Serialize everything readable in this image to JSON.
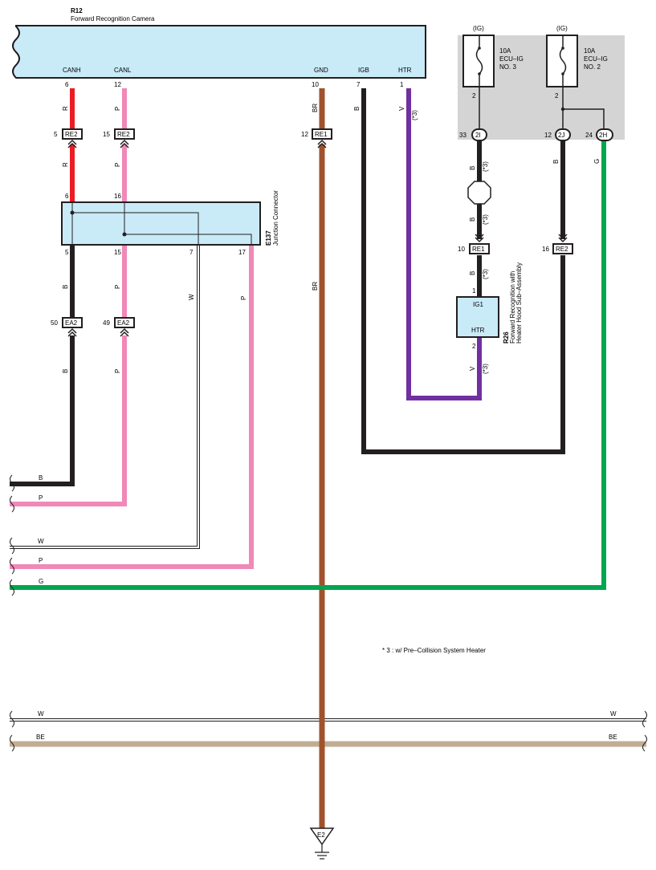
{
  "camera": {
    "code": "R12",
    "name": "Forward Recognition Camera",
    "pins": {
      "canh": {
        "name": "CANH",
        "num": "6"
      },
      "canl": {
        "name": "CANL",
        "num": "12"
      },
      "gnd": {
        "name": "GND",
        "num": "10"
      },
      "igb": {
        "name": "IGB",
        "num": "7"
      },
      "htr": {
        "name": "HTR",
        "num": "1"
      }
    }
  },
  "fuses": {
    "left": {
      "ig": "(IG)",
      "line1": "10A",
      "line2": "ECU–IG",
      "line3": "NO. 3",
      "pin": "2"
    },
    "right": {
      "ig": "(IG)",
      "line1": "10A",
      "line2": "ECU–IG",
      "line3": "NO. 2",
      "pin": "2"
    }
  },
  "junction": {
    "code": "E137",
    "name": "Junction Connector",
    "pins": {
      "p6": "6",
      "p16": "16",
      "p5": "5",
      "p15": "15",
      "p7": "7",
      "p17": "17"
    }
  },
  "heater": {
    "code": "R26",
    "name1": "Forward Recognition with",
    "name2": "Heater Hood Sub–Assembly",
    "ig1": "IG1",
    "htr": "HTR",
    "pin1": "1",
    "pin2": "2"
  },
  "connectors": {
    "re2_a": {
      "label": "RE2",
      "num": "5"
    },
    "re2_b": {
      "label": "RE2",
      "num": "15"
    },
    "re1_gnd": {
      "label": "RE1",
      "num": "12"
    },
    "ea2_a": {
      "label": "EA2",
      "num": "50"
    },
    "ea2_b": {
      "label": "EA2",
      "num": "49"
    },
    "re1_htr": {
      "label": "RE1",
      "num": "10"
    },
    "re2_igb": {
      "label": "RE2",
      "num": "16"
    },
    "c2i": {
      "label": "2I",
      "num": "33"
    },
    "c2j": {
      "label": "2J",
      "num": "12"
    },
    "c2h": {
      "label": "2H",
      "num": "24"
    }
  },
  "wire_colors": {
    "r": "R",
    "p": "P",
    "b": "B",
    "br": "BR",
    "v": "V",
    "w": "W",
    "g": "G",
    "be": "BE"
  },
  "note_ref": "(*3)",
  "note": "* 3 : w/ Pre–Collision System Heater",
  "ground": "E2",
  "colors": {
    "red": "#ed1c24",
    "pink": "#f088b8",
    "black": "#231f20",
    "brown": "#a0522d",
    "purple": "#7030a0",
    "green": "#00a651",
    "beige": "#c2ad93",
    "panel": "#c9eaf7",
    "fusebox": "#d4d4d4"
  }
}
